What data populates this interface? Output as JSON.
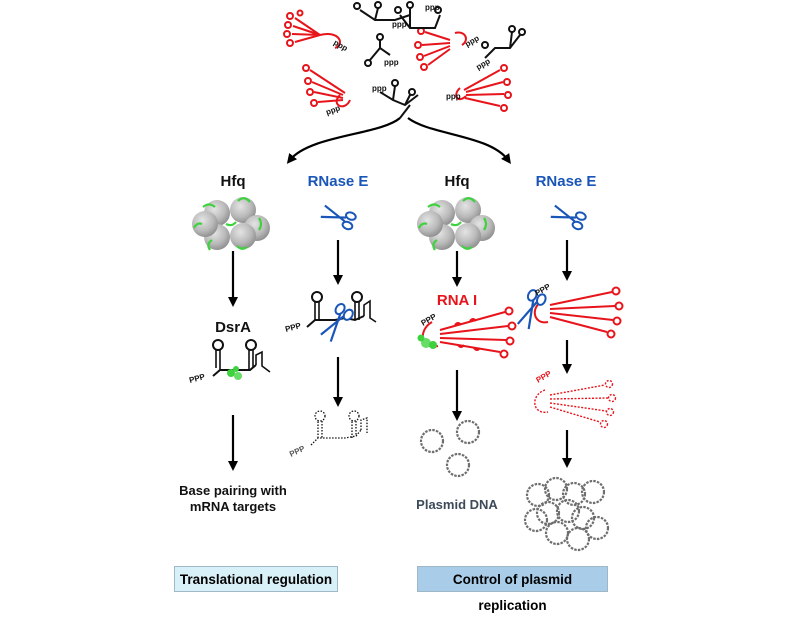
{
  "labels": {
    "hfq_left": "Hfq",
    "rnase_e_left": "RNase E",
    "hfq_right": "Hfq",
    "rnase_e_right": "RNase E",
    "dsra": "DsrA",
    "rna_i": "RNA I",
    "base_pairing": "Base pairing with\nmRNA targets",
    "plasmid_dna": "Plasmid DNA",
    "ppp": "PPP"
  },
  "boxes": {
    "translational": "Translational regulation",
    "plasmid_control": "Control of plasmid replication"
  },
  "colors": {
    "red_rna": "#e8141b",
    "black_rna": "#111111",
    "hfq_green": "#3fd23f",
    "scissors_blue": "#1a56b8",
    "plasmid_gray": "#6e6e6e",
    "box_light_blue": "#d8f0f7",
    "box_blue": "#a9cde9"
  }
}
